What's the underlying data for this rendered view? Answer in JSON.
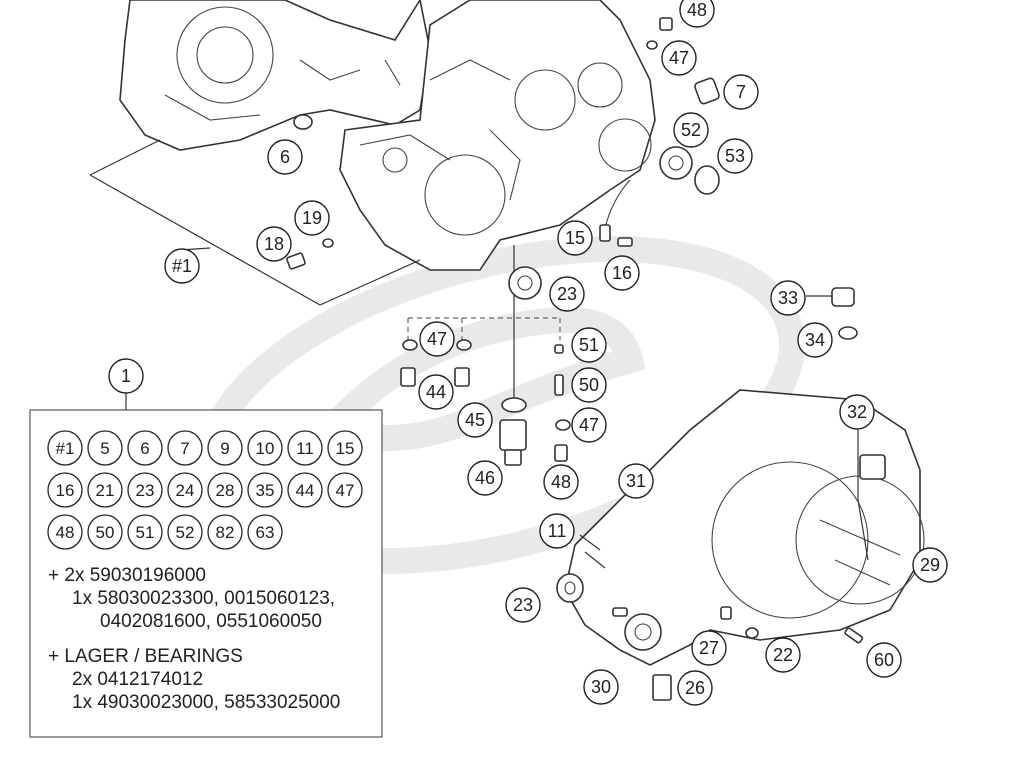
{
  "callouts": {
    "c48a": "48",
    "c47a": "47",
    "c7": "7",
    "c52": "52",
    "c53": "53",
    "c6": "6",
    "c19": "19",
    "c18": "18",
    "c1hash": "#1",
    "c15": "15",
    "c16": "16",
    "c23a": "23",
    "c47b": "47",
    "c51": "51",
    "c44": "44",
    "c50": "50",
    "c45": "45",
    "c47c": "47",
    "c46": "46",
    "c48b": "48",
    "c33": "33",
    "c34": "34",
    "c32": "32",
    "c31": "31",
    "c11": "11",
    "c29": "29",
    "c23b": "23",
    "c27": "27",
    "c22": "22",
    "c60": "60",
    "c30": "30",
    "c26": "26",
    "c1": "1"
  },
  "kit": {
    "row1": [
      "#1",
      "5",
      "6",
      "7",
      "9",
      "10",
      "11",
      "15"
    ],
    "row2": [
      "16",
      "21",
      "23",
      "24",
      "28",
      "35",
      "44",
      "47"
    ],
    "row3": [
      "48",
      "50",
      "51",
      "52",
      "82",
      "63"
    ],
    "line1": "+ 2x 59030196000",
    "line2": "1x 58030023300, 0015060123,",
    "line3": "0402081600, 0551060050",
    "line4": "+ LAGER / BEARINGS",
    "line5": "2x 0412174012",
    "line6": "1x 49030023000, 58533025000"
  }
}
